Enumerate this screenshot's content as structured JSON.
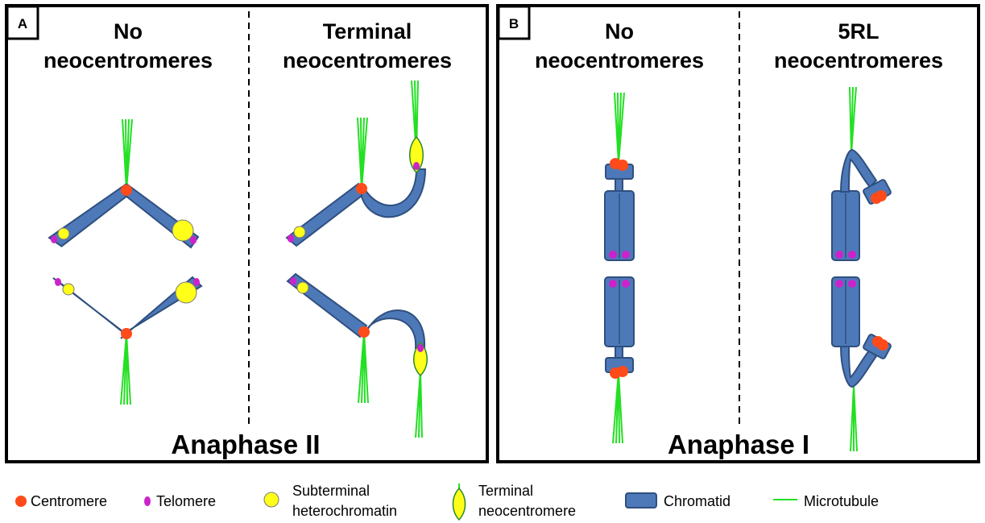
{
  "panel_a": {
    "tag": "A",
    "left_title": [
      "No",
      "neocentromeres"
    ],
    "right_title": [
      "Terminal",
      "neocentromeres"
    ],
    "stage": "Anaphase II"
  },
  "panel_b": {
    "tag": "B",
    "left_title": [
      "No",
      "neocentromeres"
    ],
    "right_title": [
      "5RL",
      "neocentromeres"
    ],
    "stage": "Anaphase I"
  },
  "legend": {
    "centromere": "Centromere",
    "telomere": "Telomere",
    "heterochromatin": [
      "Subterminal",
      "heterochromatin"
    ],
    "terminal_neo": [
      "Terminal",
      "neocentromere"
    ],
    "chromatid": "Chromatid",
    "microtubule": "Microtubule"
  },
  "colors": {
    "centromere": "#ff4a1a",
    "telomere": "#cc22cc",
    "heterochromatin": "#ffff1a",
    "chromatid": "#4e79b8",
    "microtubule": "#22e022"
  }
}
